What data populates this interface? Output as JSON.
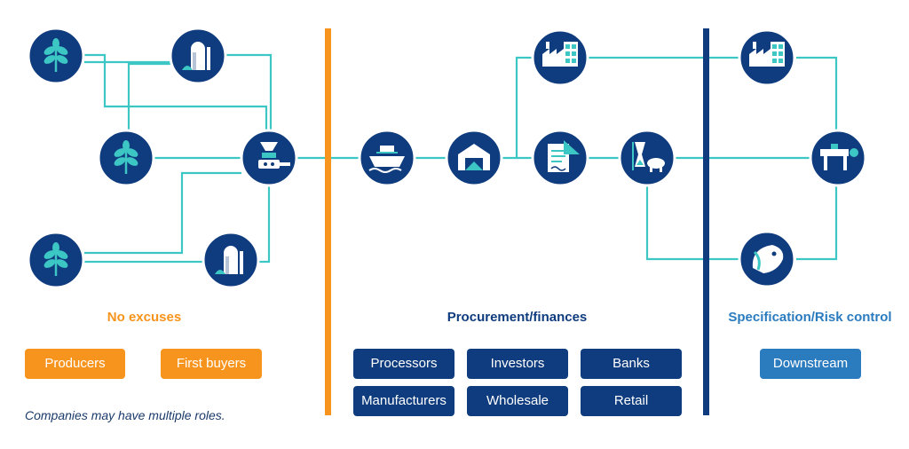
{
  "colors": {
    "connector": "#3cc6c4",
    "node_fill": "#0f3c7e",
    "node_ring": "#ffffff",
    "orange": "#f7941d",
    "navy": "#0f3c7e",
    "steel_blue": "#2b7bbf"
  },
  "icons": [
    "plant-icon",
    "silo-icon",
    "processing-machine-icon",
    "ship-icon",
    "warehouse-icon",
    "factory-icon",
    "contract-icon",
    "livestock-icon",
    "production-line-icon",
    "fish-icon"
  ],
  "sections": {
    "no_excuses": {
      "title": "No excuses"
    },
    "procurement": {
      "title": "Procurement/finances"
    },
    "specification": {
      "title": "Specification/Risk control"
    }
  },
  "buttons": {
    "producers": "Producers",
    "first_buyers": "First buyers",
    "processors": "Processors",
    "investors": "Investors",
    "banks": "Banks",
    "manufacturers": "Manufacturers",
    "wholesale": "Wholesale",
    "retail": "Retail",
    "downstream": "Downstream"
  },
  "footnote": "Companies may have multiple roles."
}
